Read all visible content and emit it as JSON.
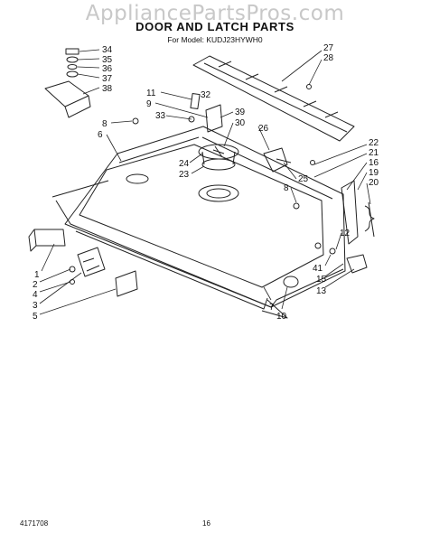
{
  "watermark": "AppliancePartsPros.com",
  "title": "DOOR AND LATCH PARTS",
  "subtitle": "For Model: KUDJ23HYWH0",
  "footer": {
    "doc_number": "4171708",
    "page_number": "16"
  },
  "callouts": [
    "34",
    "35",
    "36",
    "37",
    "38",
    "11",
    "9",
    "32",
    "33",
    "39",
    "30",
    "8",
    "6",
    "26",
    "24",
    "23",
    "25",
    "8",
    "27",
    "28",
    "22",
    "21",
    "16",
    "19",
    "20",
    "12",
    "1",
    "2",
    "4",
    "3",
    "5",
    "7",
    "10",
    "41",
    "15",
    "13"
  ]
}
